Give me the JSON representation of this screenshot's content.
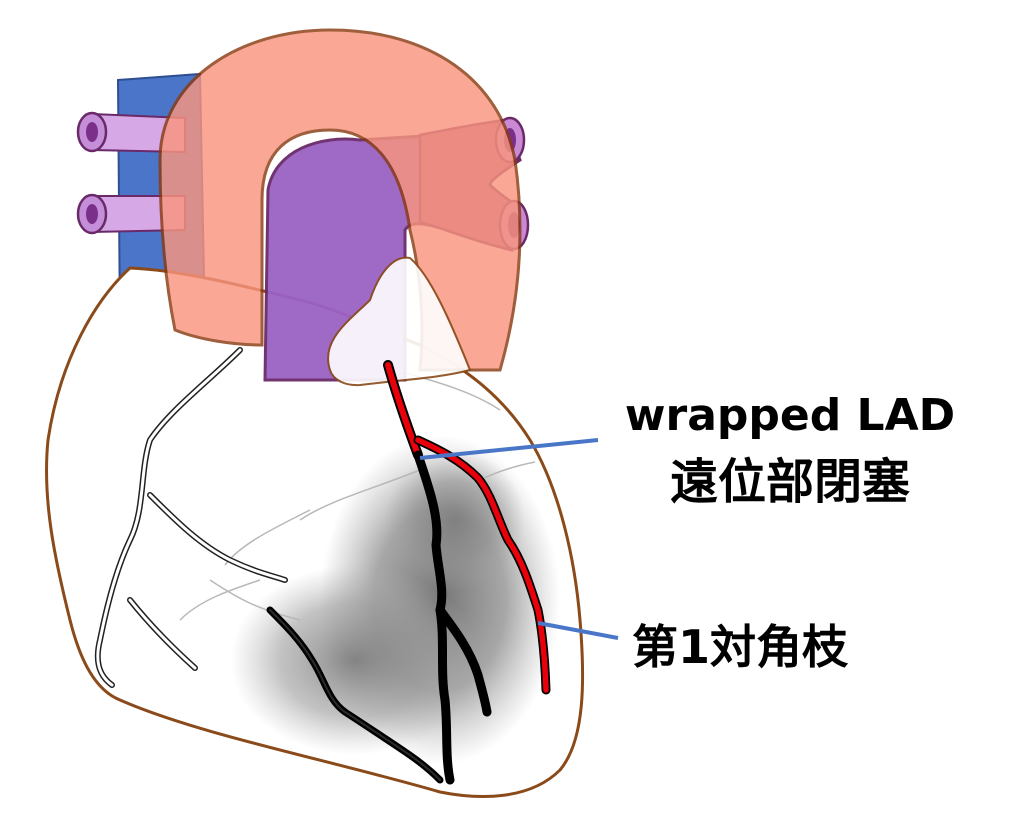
{
  "labels": {
    "lad_line1": "wrapped LAD",
    "lad_line2": "遠位部閉塞",
    "diagonal": "第1対角枝"
  },
  "colors": {
    "aorta": "#f9957e",
    "aorta_outline": "#8a3b12",
    "pulmonary": "#9a63c4",
    "pulmonary_vessel": "#b05e92",
    "vein_blue": "#4a75c8",
    "pulm_vein_light": "#d6a9e6",
    "heart_outline": "#8a4a1a",
    "occluded_artery": "#000000",
    "patent_branch": "#e8000b",
    "pointer_line": "#4a76c8",
    "ischemia_shade": "#777777"
  },
  "icons": {
    "heart": "heart-diagram-icon"
  }
}
